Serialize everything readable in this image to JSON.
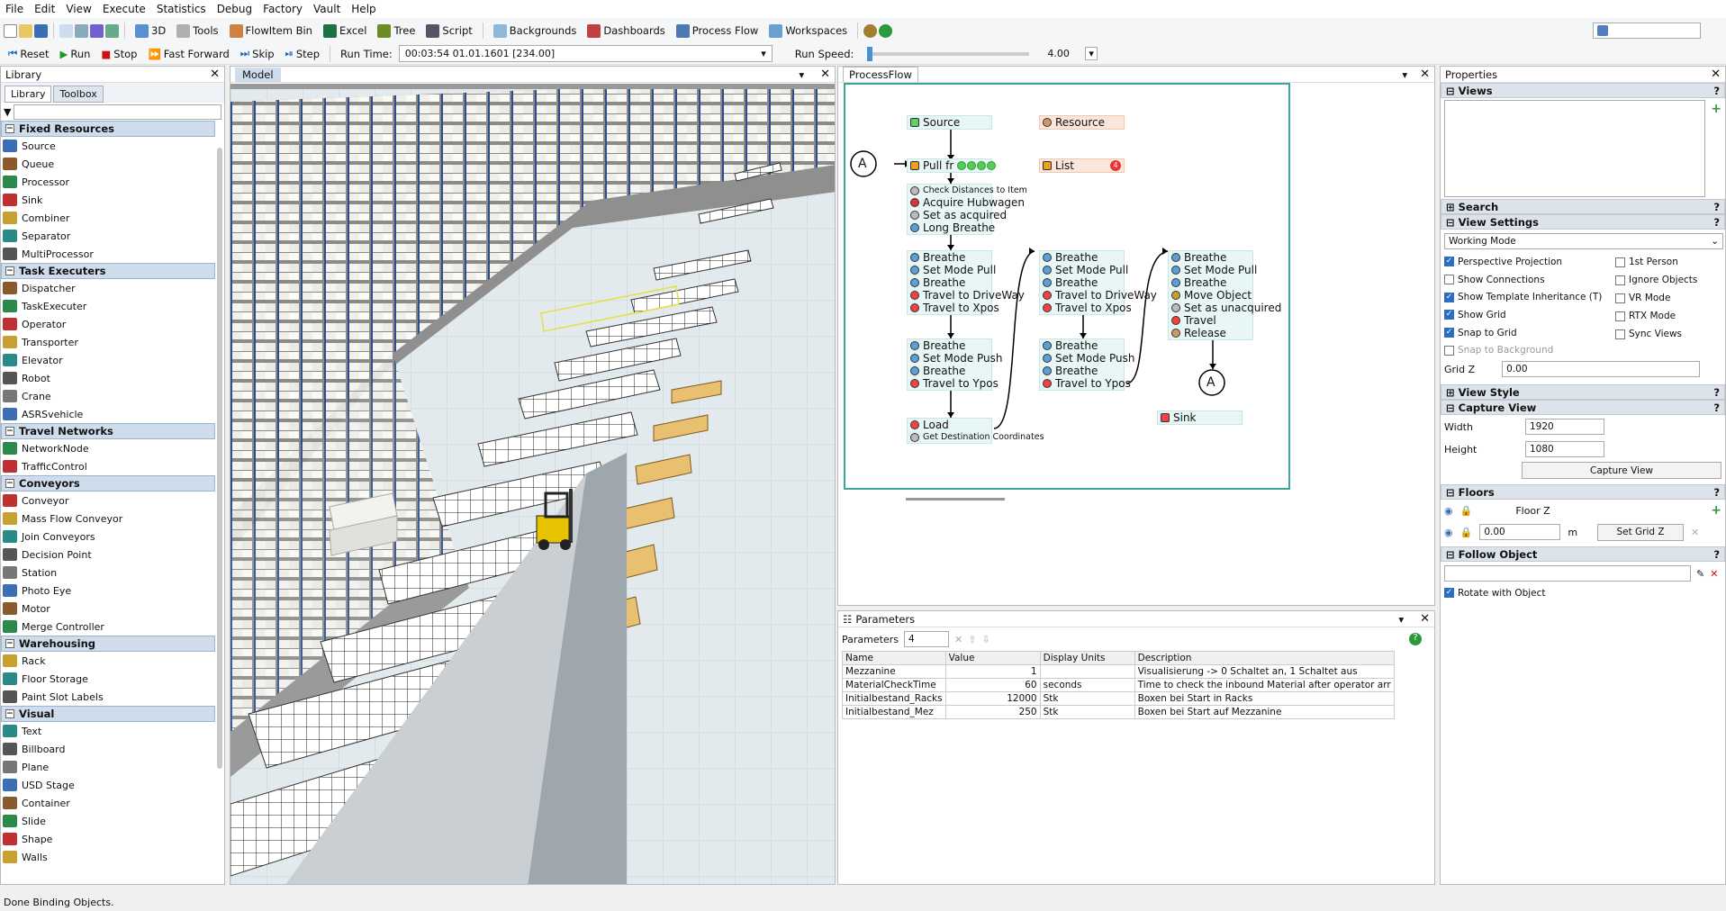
{
  "menu": [
    "File",
    "Edit",
    "View",
    "Execute",
    "Statistics",
    "Debug",
    "Factory",
    "Vault",
    "Help"
  ],
  "toolbar": {
    "view3d": "3D",
    "tools": "Tools",
    "flowitem": "FlowItem Bin",
    "excel": "Excel",
    "tree": "Tree",
    "script": "Script",
    "backgrounds": "Backgrounds",
    "dashboards": "Dashboards",
    "processflow": "Process Flow",
    "workspaces": "Workspaces"
  },
  "runbar": {
    "reset": "Reset",
    "run": "Run",
    "stop": "Stop",
    "ff": "Fast Forward",
    "skip": "Skip",
    "step": "Step",
    "runtime_label": "Run Time:",
    "runtime_value": "00:03:54  01.01.1601  [234.00]",
    "speed_label": "Run Speed:",
    "speed_value": "4.00"
  },
  "library": {
    "title": "Library",
    "tab1": "Library",
    "tab2": "Toolbox",
    "cats": [
      {
        "name": "Fixed Resources",
        "items": [
          "Source",
          "Queue",
          "Processor",
          "Sink",
          "Combiner",
          "Separator",
          "MultiProcessor"
        ]
      },
      {
        "name": "Task Executers",
        "items": [
          "Dispatcher",
          "TaskExecuter",
          "Operator",
          "Transporter",
          "Elevator",
          "Robot",
          "Crane",
          "ASRSvehicle"
        ]
      },
      {
        "name": "Travel Networks",
        "items": [
          "NetworkNode",
          "TrafficControl"
        ]
      },
      {
        "name": "Conveyors",
        "items": [
          "Conveyor",
          "Mass Flow Conveyor",
          "Join Conveyors",
          "Decision Point",
          "Station",
          "Photo Eye",
          "Motor",
          "Merge Controller"
        ]
      },
      {
        "name": "Warehousing",
        "items": [
          "Rack",
          "Floor Storage",
          "Paint Slot Labels"
        ]
      },
      {
        "name": "Visual",
        "items": [
          "Text",
          "Billboard",
          "Plane",
          "USD Stage",
          "Container",
          "Slide",
          "Shape",
          "Walls"
        ]
      }
    ]
  },
  "model": {
    "title": "Model"
  },
  "processflow": {
    "title": "ProcessFlow",
    "source": "Source",
    "resource": "Resource",
    "list": "List",
    "list_badge": "4",
    "pull": "Pull fr",
    "sink": "Sink",
    "conn_a": "A",
    "b1": [
      "Check Distances to Item",
      "Acquire Hubwagen",
      "Set as acquired",
      "Long Breathe"
    ],
    "b2": [
      "Breathe",
      "Set Mode Pull",
      "Breathe",
      "Travel to DriveWay",
      "Travel to Xpos"
    ],
    "b3": [
      "Breathe",
      "Set Mode Push",
      "Breathe",
      "Travel to Ypos"
    ],
    "b4": [
      "Load",
      "Get Destination Coordinates"
    ],
    "b5": [
      "Breathe",
      "Set Mode Pull",
      "Breathe",
      "Travel to DriveWay",
      "Travel to Xpos"
    ],
    "b6": [
      "Breathe",
      "Set Mode Push",
      "Breathe",
      "Travel to Ypos"
    ],
    "b7": [
      "Breathe",
      "Set Mode Pull",
      "Breathe",
      "Move Object",
      "Set as unacquired",
      "Travel",
      "Release"
    ]
  },
  "parameters": {
    "title": "Parameters",
    "count_label": "Parameters",
    "count": "4",
    "headers": [
      "Name",
      "Value",
      "Display Units",
      "Description"
    ],
    "rows": [
      [
        "Mezzanine",
        "1",
        "",
        "Visualisierung -> 0 Schaltet an, 1 Schaltet aus"
      ],
      [
        "MaterialCheckTime",
        "60",
        "seconds",
        "Time to check the inbound Material after operator arr"
      ],
      [
        "Initialbestand_Racks",
        "12000",
        "Stk",
        "Boxen bei Start in Racks"
      ],
      [
        "Initialbestand_Mez",
        "250",
        "Stk",
        "Boxen bei Start auf Mezzanine"
      ]
    ]
  },
  "properties": {
    "title": "Properties",
    "views": "Views",
    "search": "Search",
    "view_settings": "View Settings",
    "mode": "Working Mode",
    "checks_left": [
      [
        "Perspective Projection",
        true
      ],
      [
        "Show Connections",
        false
      ],
      [
        "Show Template Inheritance (T)",
        true
      ],
      [
        "Show Grid",
        true
      ],
      [
        "Snap to Grid",
        true
      ],
      [
        "Snap to Background",
        false
      ]
    ],
    "checks_right": [
      [
        "1st Person",
        false
      ],
      [
        "Ignore Objects",
        false
      ],
      [
        "VR Mode",
        false
      ],
      [
        "RTX Mode",
        false
      ],
      [
        "Sync Views",
        false
      ]
    ],
    "gridz_label": "Grid Z",
    "gridz": "0.00",
    "view_style": "View Style",
    "capture": "Capture View",
    "width_label": "Width",
    "width": "1920",
    "height_label": "Height",
    "height": "1080",
    "capture_btn": "Capture View",
    "floors": "Floors",
    "floor_name": "Floor Z",
    "floor_val": "0.00",
    "floor_unit": "m",
    "setgrid": "Set Grid Z",
    "follow": "Follow Object",
    "rotate": "Rotate with Object"
  },
  "status": "Done Binding Objects."
}
